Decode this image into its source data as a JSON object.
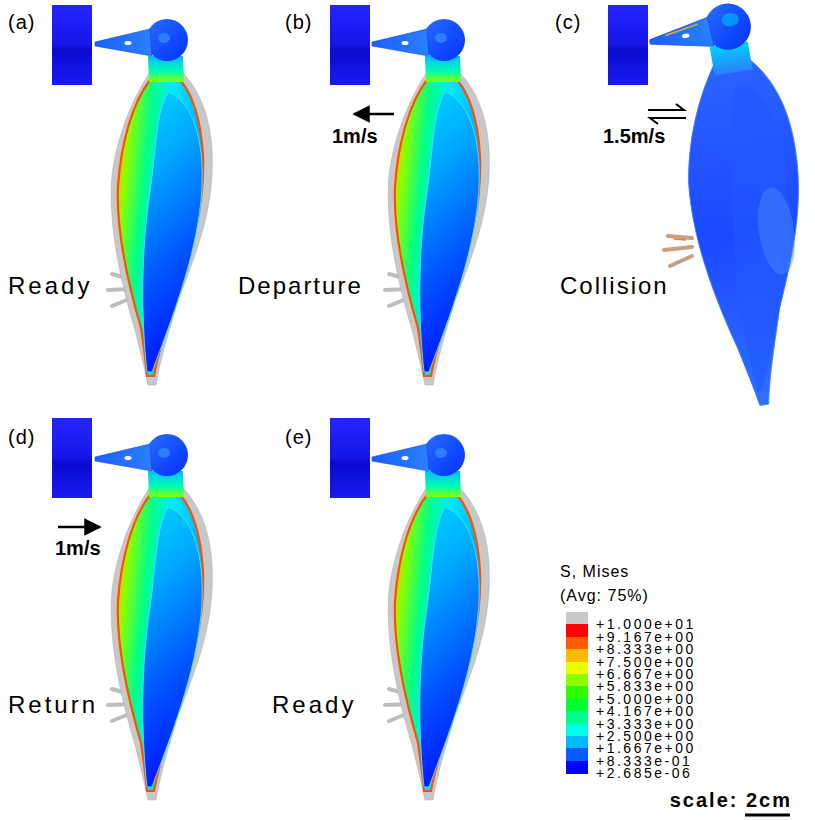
{
  "diagram": {
    "labels": [
      "(a)",
      "(b)",
      "1m/s",
      "(c)",
      "1.5m/s",
      "Ready",
      "Departure",
      "Collision",
      "(d)",
      "(e)",
      "S, Mises",
      "(Avg: 75%)",
      "1m/s",
      "Return",
      "Ready",
      "scale: 2cm"
    ],
    "legend": [
      {
        "text": "+1.000e+01",
        "color": "#c8c8c8"
      },
      {
        "text": "+9.167e+00",
        "color": "#ff0000"
      },
      {
        "text": "+8.333e+00",
        "color": "#ff5d00"
      },
      {
        "text": "+7.500e+00",
        "color": "#ffb900"
      },
      {
        "text": "+6.667e+00",
        "color": "#e8ff00"
      },
      {
        "text": "+5.833e+00",
        "color": "#8bff00"
      },
      {
        "text": "+5.000e+00",
        "color": "#2eff00"
      },
      {
        "text": "+4.167e+00",
        "color": "#00ff2e"
      },
      {
        "text": "+3.333e+00",
        "color": "#00ff8b"
      },
      {
        "text": "+2.500e+00",
        "color": "#00ffe8"
      },
      {
        "text": "+1.667e+00",
        "color": "#00b9ff"
      },
      {
        "text": "+8.333e-01",
        "color": "#005dff"
      },
      {
        "text": "+2.685e-06",
        "color": "#0000ff"
      }
    ]
  }
}
